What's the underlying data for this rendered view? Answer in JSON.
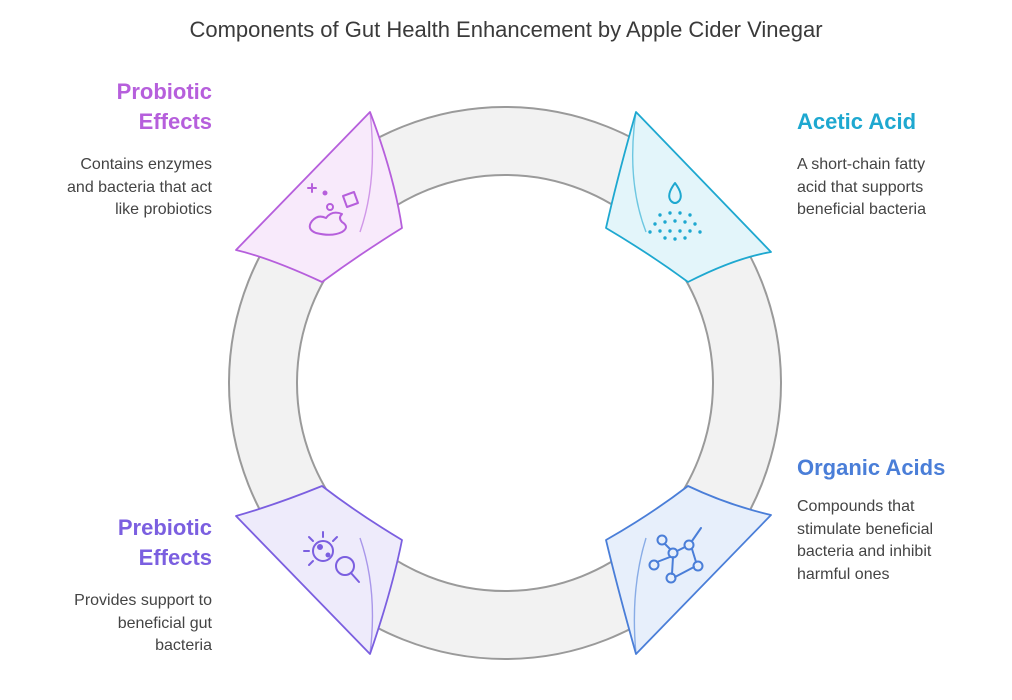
{
  "title": "Components of Gut Health Enhancement by Apple Cider Vinegar",
  "components": [
    {
      "id": "probiotic",
      "title_lines": [
        "Probiotic",
        "Effects"
      ],
      "description_lines": [
        "Contains enzymes",
        "and bacteria that act",
        "like probiotics"
      ],
      "icon": "probiotic-bubbles-icon",
      "color": "#b65fdc",
      "fill": "#f8eafb"
    },
    {
      "id": "acetic",
      "title_lines": [
        "Acetic Acid"
      ],
      "description_lines": [
        "A short-chain fatty",
        "acid that supports",
        "beneficial bacteria"
      ],
      "icon": "droplet-spray-icon",
      "color": "#1ea8d0",
      "fill": "#e3f5fa"
    },
    {
      "id": "organic",
      "title_lines": [
        "Organic Acids"
      ],
      "description_lines": [
        "Compounds that",
        "stimulate beneficial",
        "bacteria and inhibit",
        "harmful ones"
      ],
      "icon": "molecule-icon",
      "color": "#4a7ed8",
      "fill": "#e7effb"
    },
    {
      "id": "prebiotic",
      "title_lines": [
        "Prebiotic",
        "Effects"
      ],
      "description_lines": [
        "Provides support to",
        "beneficial gut",
        "bacteria"
      ],
      "icon": "bacteria-magnifier-icon",
      "color": "#7b5fe0",
      "fill": "#eeebfb"
    }
  ],
  "ring": {
    "fill": "#f2f2f2",
    "stroke": "#9a9a9a"
  }
}
